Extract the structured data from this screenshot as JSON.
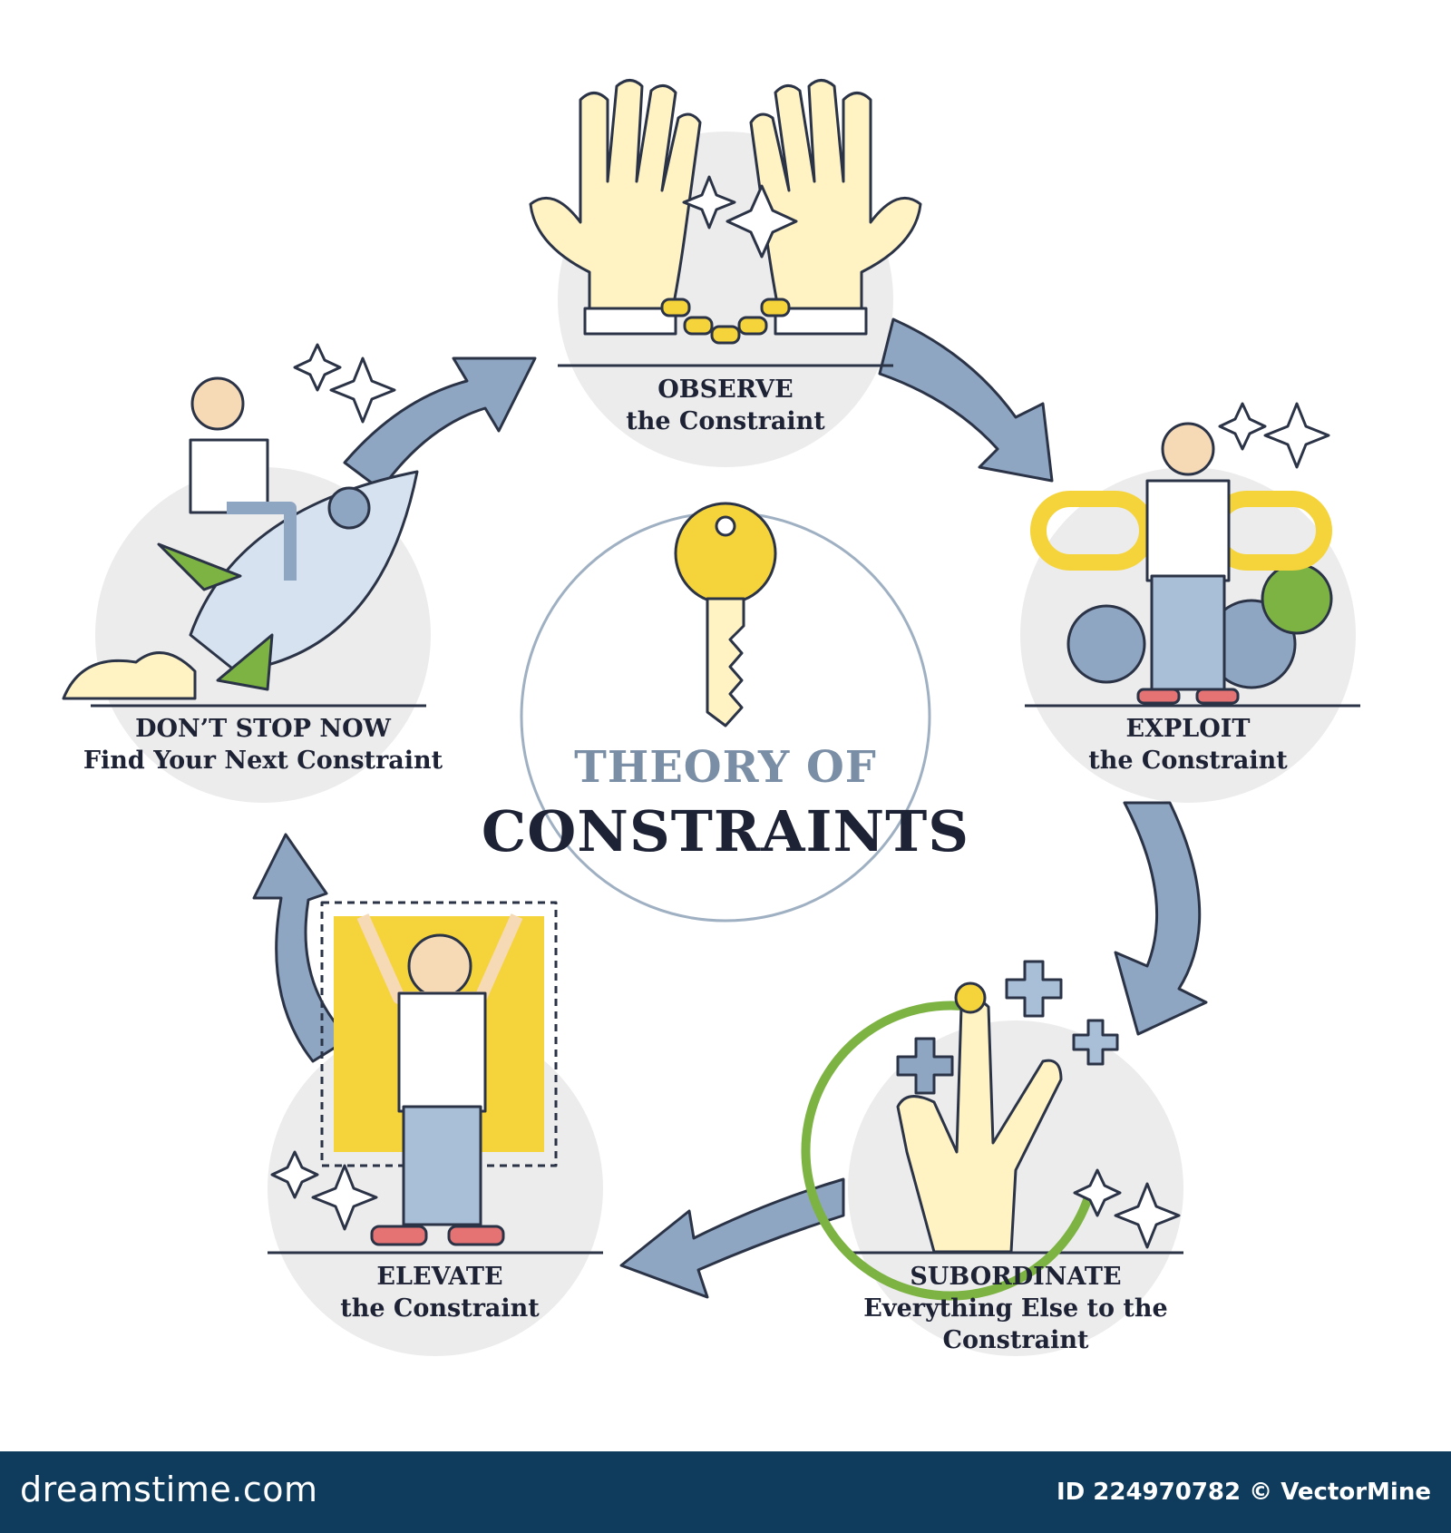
{
  "diagram": {
    "title_line1": "THEORY OF",
    "title_line2": "CONSTRAINTS",
    "steps": [
      {
        "id": "observe",
        "line1": "OBSERVE",
        "line2": "the Constraint"
      },
      {
        "id": "exploit",
        "line1": "EXPLOIT",
        "line2": "the Constraint"
      },
      {
        "id": "subordinate",
        "line1": "SUBORDINATE",
        "line2": "Everything Else to the",
        "line3": "Constraint"
      },
      {
        "id": "elevate",
        "line1": "ELEVATE",
        "line2": "the Constraint"
      },
      {
        "id": "dontstop",
        "line1": "DON’T STOP NOW",
        "line2": "Find Your Next Constraint"
      }
    ]
  },
  "footer": {
    "brand": "dreamstime.com",
    "id_text": "ID 224970782 © VectorMine"
  },
  "colors": {
    "arrow": "#8fa6c3",
    "yellow": "#f5d33a",
    "green": "#7cb342",
    "dark": "#1e2235",
    "circle_bg": "#ececec",
    "footer_bg": "#0f3b5c"
  }
}
